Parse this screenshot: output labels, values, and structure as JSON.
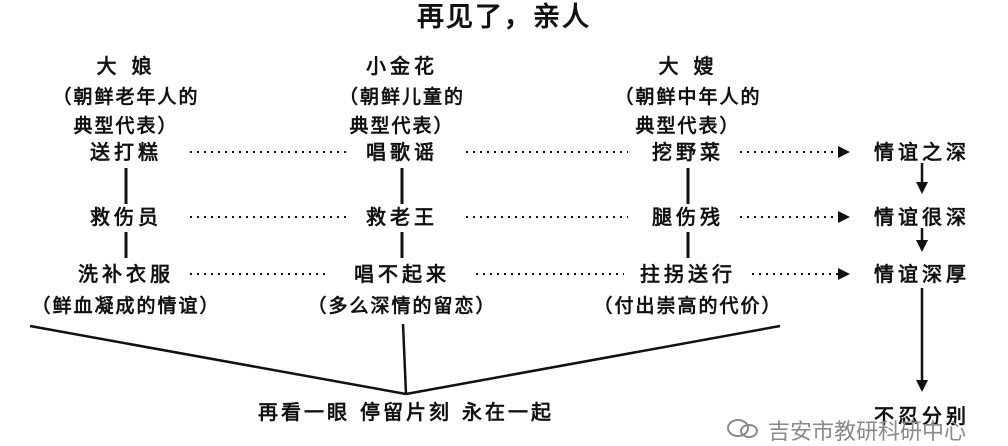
{
  "title": "再见了，亲人",
  "characters": [
    {
      "name": "大  娘",
      "desc_line1": "（朝鲜老年人的",
      "desc_line2": "典型代表）"
    },
    {
      "name": "小金花",
      "desc_line1": "（朝鲜儿童的",
      "desc_line2": "典型代表）"
    },
    {
      "name": "大  嫂",
      "desc_line1": "（朝鲜中年人的",
      "desc_line2": "典型代表）"
    }
  ],
  "events": [
    [
      "送打糕",
      "唱歌谣",
      "挖野菜"
    ],
    [
      "救伤员",
      "救老王",
      "腿伤残"
    ],
    [
      "洗补衣服",
      "唱不起来",
      "拄拐送行"
    ]
  ],
  "event_notes": [
    "（鲜血凝成的情谊）",
    "（多么深情的留恋）",
    "（付出崇高的代价）"
  ],
  "friendship": [
    "情谊之深",
    "情谊很深",
    "情谊深厚"
  ],
  "bottom": {
    "left": "再看一眼   停留片刻   永在一起",
    "right": "不忍分别"
  },
  "watermark": "吉安市教研科研中心"
}
